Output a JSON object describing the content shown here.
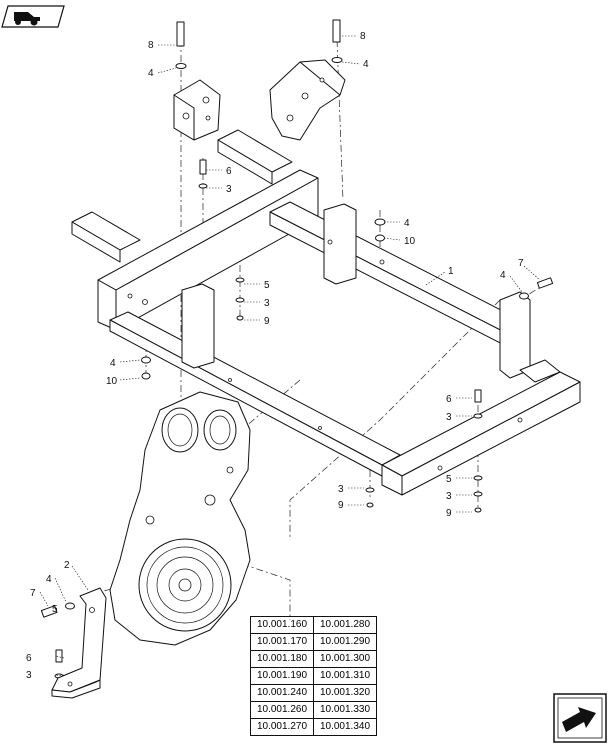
{
  "diagram": {
    "callouts": [
      {
        "id": "c1",
        "text": "8"
      },
      {
        "id": "c2",
        "text": "4"
      },
      {
        "id": "c3",
        "text": "8"
      },
      {
        "id": "c4",
        "text": "4"
      },
      {
        "id": "c5",
        "text": "6"
      },
      {
        "id": "c6",
        "text": "3"
      },
      {
        "id": "c7",
        "text": "4"
      },
      {
        "id": "c8",
        "text": "10"
      },
      {
        "id": "c9",
        "text": "1"
      },
      {
        "id": "c10",
        "text": "4"
      },
      {
        "id": "c11",
        "text": "7"
      },
      {
        "id": "c12",
        "text": "5"
      },
      {
        "id": "c13",
        "text": "3"
      },
      {
        "id": "c14",
        "text": "9"
      },
      {
        "id": "c15",
        "text": "4"
      },
      {
        "id": "c16",
        "text": "10"
      },
      {
        "id": "c17",
        "text": "6"
      },
      {
        "id": "c18",
        "text": "3"
      },
      {
        "id": "c19",
        "text": "3"
      },
      {
        "id": "c20",
        "text": "9"
      },
      {
        "id": "c21",
        "text": "5"
      },
      {
        "id": "c22",
        "text": "3"
      },
      {
        "id": "c23",
        "text": "9"
      },
      {
        "id": "c24",
        "text": "2"
      },
      {
        "id": "c25",
        "text": "4"
      },
      {
        "id": "c26",
        "text": "7"
      },
      {
        "id": "c27",
        "text": "5"
      },
      {
        "id": "c28",
        "text": "6"
      },
      {
        "id": "c29",
        "text": "3"
      }
    ],
    "reference_table": [
      [
        "10.001.160",
        "10.001.280"
      ],
      [
        "10.001.170",
        "10.001.290"
      ],
      [
        "10.001.180",
        "10.001.300"
      ],
      [
        "10.001.190",
        "10.001.310"
      ],
      [
        "10.001.240",
        "10.001.320"
      ],
      [
        "10.001.260",
        "10.001.330"
      ],
      [
        "10.001.270",
        "10.001.340"
      ]
    ],
    "icons": {
      "top_left": "tractor-badge-icon",
      "bottom_right": "next-page-arrow-icon"
    }
  }
}
